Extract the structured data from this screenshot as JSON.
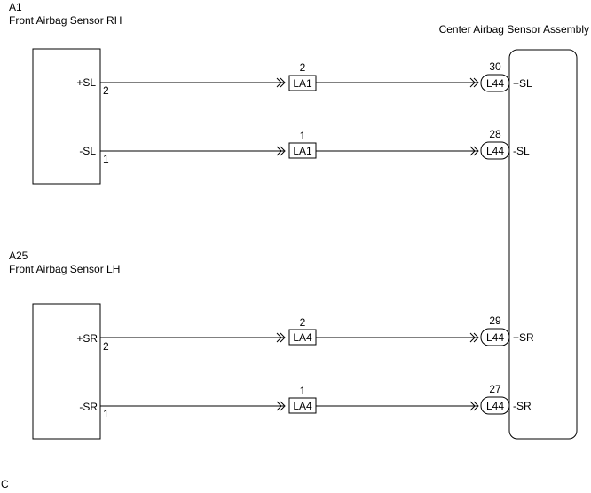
{
  "sensor_rh": {
    "code": "A1",
    "name": "Front Airbag Sensor RH",
    "pins": [
      {
        "label": "+SL",
        "num": "2"
      },
      {
        "label": "-SL",
        "num": "1"
      }
    ]
  },
  "sensor_lh": {
    "code": "A25",
    "name": "Front Airbag Sensor LH",
    "pins": [
      {
        "label": "+SR",
        "num": "2"
      },
      {
        "label": "-SR",
        "num": "1"
      }
    ]
  },
  "center": {
    "name": "Center Airbag Sensor Assembly"
  },
  "wires": [
    {
      "mid_num": "2",
      "mid_conn": "LA1",
      "end_num": "30",
      "end_conn": "L44",
      "end_label": "+SL"
    },
    {
      "mid_num": "1",
      "mid_conn": "LA1",
      "end_num": "28",
      "end_conn": "L44",
      "end_label": "-SL"
    },
    {
      "mid_num": "2",
      "mid_conn": "LA4",
      "end_num": "29",
      "end_conn": "L44",
      "end_label": "+SR"
    },
    {
      "mid_num": "1",
      "mid_conn": "LA4",
      "end_num": "27",
      "end_conn": "L44",
      "end_label": "-SR"
    }
  ],
  "footer": "C"
}
